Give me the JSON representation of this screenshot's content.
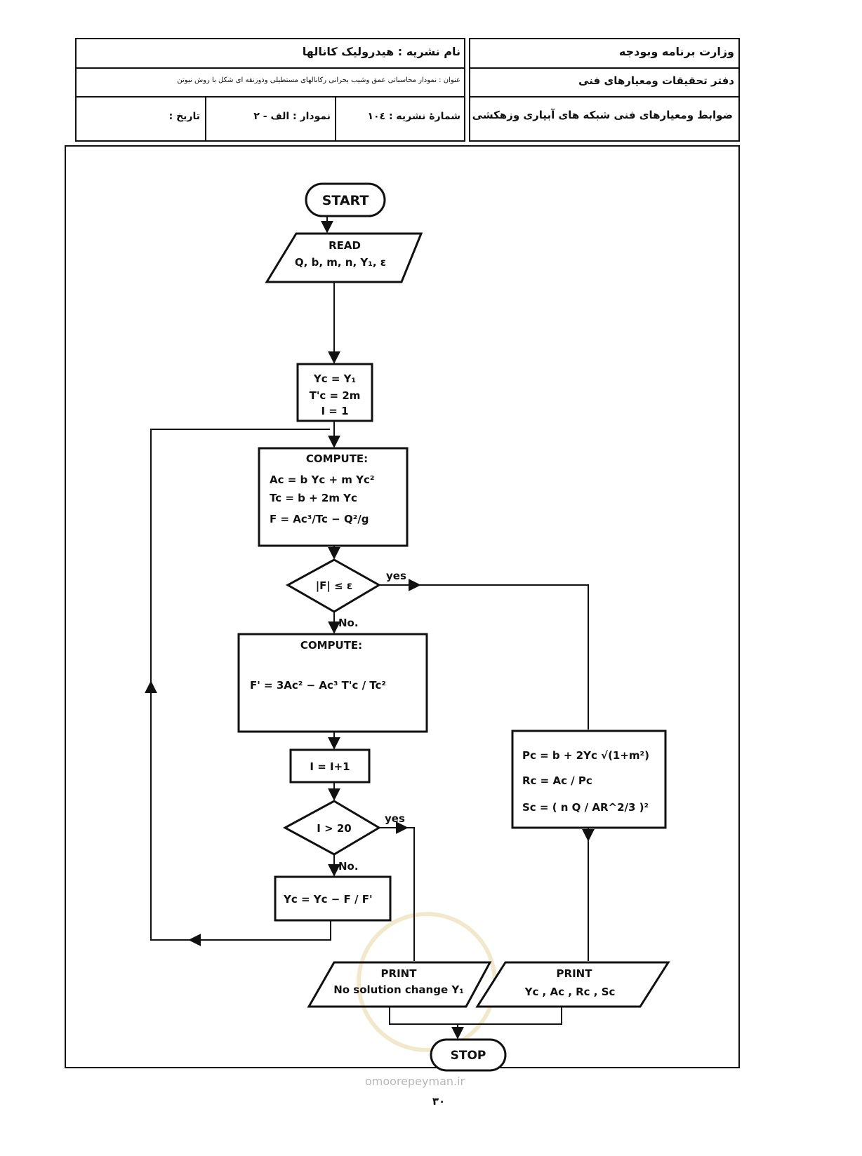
{
  "header": {
    "ministry": "وزارت برنامه وبودجه",
    "office": "دفتر تحقیقات ومعیارهای فنی",
    "standard": "ضوابط ومعیارهای فنی شبکه های آبیاری وزهکشی",
    "publication_name": "نام نشریه : هیدرولیک کانالها",
    "title": "عنوان : نمودار محاسباتی عمق وشیب بحرانی  رکانالهای مستطیلی وذوزنقه ای شکل با روش نیوتن",
    "publication_no": "شمارهٔ نشریه : ۱۰٤",
    "chart_no": "نمودار : الف - ٢",
    "date": "تاریخ :"
  },
  "flowchart": {
    "start": "START",
    "read_title": "READ",
    "read_vars": "Q, b, m, n, Y₁, ε",
    "init": [
      "Yc = Y₁",
      "T'c = 2m",
      "I = 1"
    ],
    "compute1_title": "COMPUTE:",
    "compute1": [
      "Ac = b Yc + m Yc²",
      "Tc = b + 2m Yc",
      "F = Ac³/Tc − Q²/g"
    ],
    "decision1": "|F| ≤ ε",
    "yes1": "yes",
    "no1": "No.",
    "compute2_title": "COMPUTE:",
    "compute2": "F' = 3Ac² − Ac³ T'c / Tc²",
    "increment": "I = I+1",
    "decision2": "I > 20",
    "yes2": "yes",
    "no2": "No.",
    "update": "Yc = Yc − F / F'",
    "results": [
      "Pc = b + 2Yc √(1+m²)",
      "Rc = Ac / Pc",
      "Sc = ( n Q / AR^2/3 )²"
    ],
    "print1_title": "PRINT",
    "print1": "No solution change Y₁",
    "print2_title": "PRINT",
    "print2": "Yc , Ac , Rc , Sc",
    "stop": "STOP"
  },
  "watermark": "omoorepeyman.ir",
  "page_number": "۳۰"
}
